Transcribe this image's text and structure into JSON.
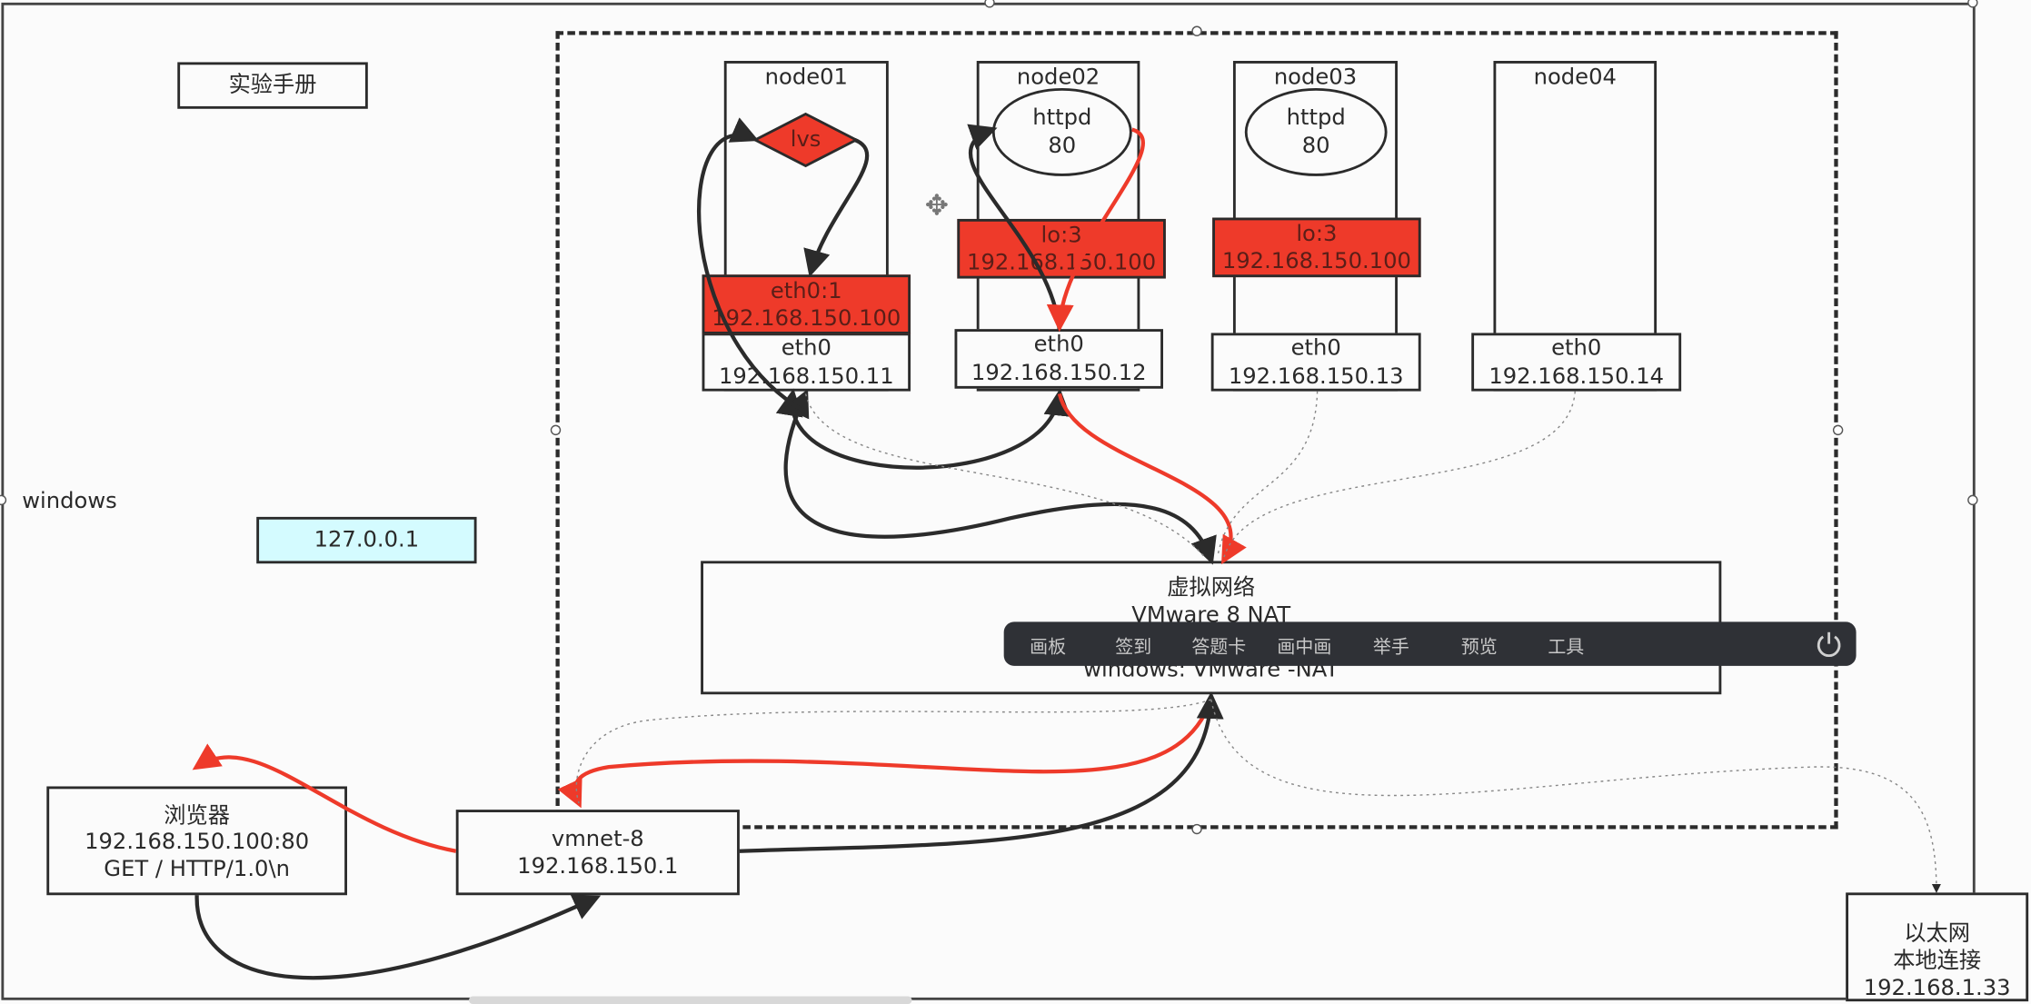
{
  "manual_button": "实验手册",
  "host_label": "windows",
  "loopback": "127.0.0.1",
  "nodes": [
    {
      "name": "node01",
      "eth_label": "eth0",
      "ip": "192.168.150.11"
    },
    {
      "name": "node02",
      "eth_label": "eth0",
      "ip": "192.168.150.12"
    },
    {
      "name": "node03",
      "eth_label": "eth0",
      "ip": "192.168.150.13"
    },
    {
      "name": "node04",
      "eth_label": "eth0",
      "ip": "192.168.150.14"
    }
  ],
  "lvs": "lvs",
  "vip_node01": {
    "line1": "eth0:1",
    "line2": "192.168.150.100"
  },
  "httpd": [
    {
      "line1": "httpd",
      "line2": "80"
    },
    {
      "line1": "httpd",
      "line2": "80"
    }
  ],
  "lo_vip": [
    {
      "line1": "lo:3",
      "line2": "192.168.150.100"
    },
    {
      "line1": "lo:3",
      "line2": "192.168.150.100"
    }
  ],
  "virtual_net": {
    "line1": "虚拟网络",
    "line2": "VMware 8   NAT",
    "line3": "windows: VMware -NAT"
  },
  "vmnet": {
    "line1": "vmnet-8",
    "line2": "192.168.150.1"
  },
  "browser": {
    "line1": "浏览器",
    "line2": "192.168.150.100:80",
    "line3": "GET / HTTP/1.0\\n"
  },
  "ethernet": {
    "line1": "以太网",
    "line2": "本地连接",
    "line3": "192.168.1.33"
  },
  "toolbar": {
    "items": [
      "画板",
      "签到",
      "答题卡",
      "画中画",
      "举手",
      "预览",
      "工具"
    ],
    "power_icon": "power-icon"
  },
  "colors": {
    "accent_red": "#ee3a2a",
    "loopback_fill": "#d4fbff",
    "toolbar_bg": "#2f3136"
  }
}
